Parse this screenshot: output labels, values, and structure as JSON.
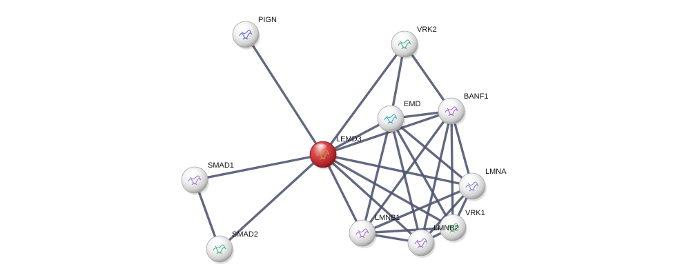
{
  "network": {
    "center_color": "#d9474a",
    "node_color": "#e6e6e6",
    "edge_color": "#4d5470",
    "nodes": [
      {
        "id": "PIGN",
        "label": "PIGN",
        "center": false,
        "structure_color": "#5a62d6"
      },
      {
        "id": "VRK2",
        "label": "VRK2",
        "center": false,
        "structure_color": "#3aa88a"
      },
      {
        "id": "EMD",
        "label": "EMD",
        "center": false,
        "structure_color": "#2aa4c8"
      },
      {
        "id": "BANF1",
        "label": "BANF1",
        "center": false,
        "structure_color": "#a05cc8"
      },
      {
        "id": "LEMD3",
        "label": "LEMD3",
        "center": true,
        "structure_color": "#b8a040"
      },
      {
        "id": "SMAD1",
        "label": "SMAD1",
        "center": false,
        "structure_color": "#9a7ac8"
      },
      {
        "id": "LMNA",
        "label": "LMNA",
        "center": false,
        "structure_color": "#7a82d8"
      },
      {
        "id": "VRK1",
        "label": "VRK1",
        "center": false,
        "structure_color": "#58c070"
      },
      {
        "id": "LMNB1",
        "label": "LMNB1",
        "center": false,
        "structure_color": "#a070d0"
      },
      {
        "id": "LMNB2",
        "label": "LMNB2",
        "center": false,
        "structure_color": "#9a66c8"
      },
      {
        "id": "SMAD2",
        "label": "SMAD2",
        "center": false,
        "structure_color": "#40b080"
      }
    ],
    "edges": [
      [
        "PIGN",
        "LEMD3"
      ],
      [
        "VRK2",
        "LEMD3"
      ],
      [
        "VRK2",
        "EMD"
      ],
      [
        "VRK2",
        "BANF1"
      ],
      [
        "EMD",
        "LEMD3"
      ],
      [
        "EMD",
        "BANF1"
      ],
      [
        "EMD",
        "LMNA"
      ],
      [
        "EMD",
        "LMNB1"
      ],
      [
        "EMD",
        "LMNB2"
      ],
      [
        "EMD",
        "VRK1"
      ],
      [
        "BANF1",
        "LEMD3"
      ],
      [
        "BANF1",
        "LMNA"
      ],
      [
        "BANF1",
        "LMNB1"
      ],
      [
        "BANF1",
        "LMNB2"
      ],
      [
        "BANF1",
        "VRK1"
      ],
      [
        "LEMD3",
        "SMAD1"
      ],
      [
        "LEMD3",
        "SMAD2"
      ],
      [
        "LEMD3",
        "LMNA"
      ],
      [
        "LEMD3",
        "LMNB1"
      ],
      [
        "LEMD3",
        "LMNB2"
      ],
      [
        "LEMD3",
        "VRK1"
      ],
      [
        "SMAD1",
        "SMAD2"
      ],
      [
        "LMNA",
        "LMNB1"
      ],
      [
        "LMNA",
        "LMNB2"
      ],
      [
        "LMNA",
        "VRK1"
      ],
      [
        "LMNB1",
        "LMNB2"
      ],
      [
        "LMNB1",
        "VRK1"
      ],
      [
        "LMNB2",
        "VRK1"
      ]
    ]
  }
}
